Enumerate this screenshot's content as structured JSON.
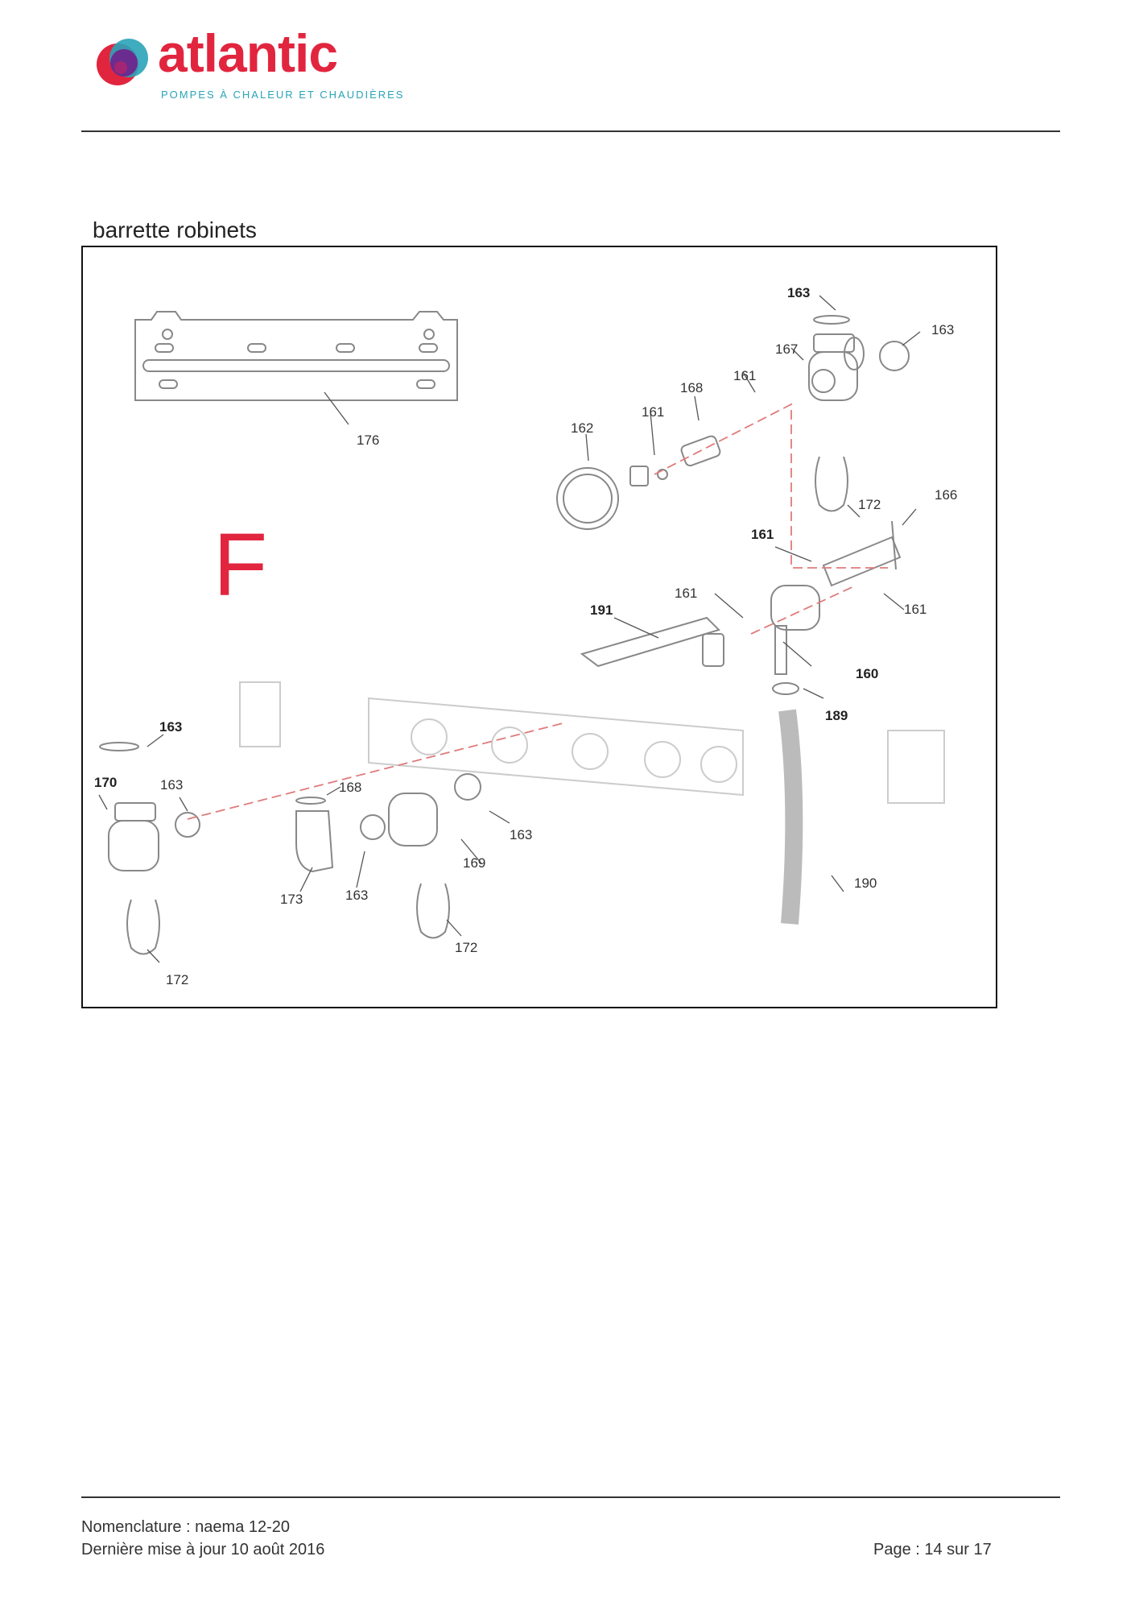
{
  "header": {
    "logo_word": "atlantic",
    "logo_tagline": "POMPES À CHALEUR ET CHAUDIÈRES"
  },
  "section_title": "barrette robinets",
  "figure": {
    "letter": "F",
    "labels": [
      "176",
      "163",
      "163",
      "167",
      "161",
      "168",
      "161",
      "162",
      "172",
      "166",
      "161",
      "161",
      "161",
      "191",
      "160",
      "189",
      "163",
      "170",
      "163",
      "168",
      "163",
      "169",
      "163",
      "173",
      "172",
      "172",
      "190"
    ]
  },
  "footer": {
    "line1": "Nomenclature : naema 12-20",
    "line2": "Dernière mise à jour 10 août 2016",
    "page": "Page : 14 sur 17"
  },
  "colors": {
    "brand_red": "#e2253e",
    "brand_teal": "#2aa3b8",
    "brand_purple": "#6b2c8f"
  }
}
